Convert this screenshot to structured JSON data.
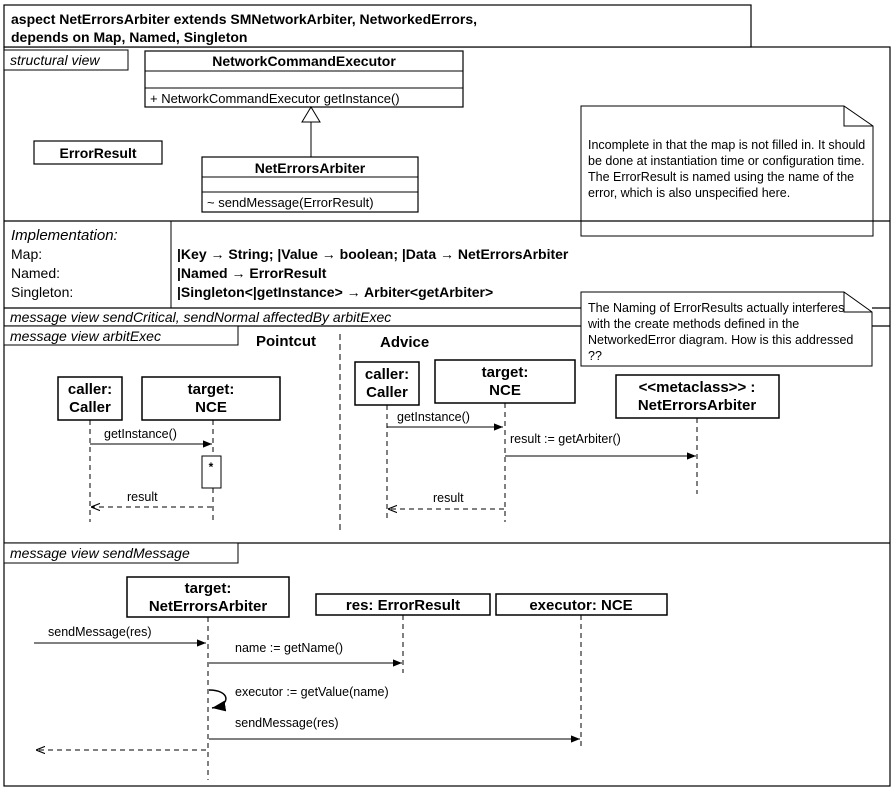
{
  "header": {
    "line1": "aspect NetErrorsArbiter extends SMNetworkArbiter, NetworkedErrors,",
    "line2": "depends on Map, Named, Singleton"
  },
  "structural": {
    "tab": "structural view",
    "nce_class": {
      "name": "NetworkCommandExecutor",
      "op": "+ NetworkCommandExecutor getInstance()"
    },
    "arbiter_class": {
      "name": "NetErrorsArbiter",
      "op": "~ sendMessage(ErrorResult)"
    },
    "error_result": "ErrorResult",
    "note": "Incomplete in that the map is not filled in. It should be done at instantiation time or configuration time. The ErrorResult is named using the name of the error, which is also unspecified here."
  },
  "implementation": {
    "title": "Implementation:",
    "rows": [
      {
        "label": "Map:",
        "value": "|Key → String; |Value → boolean; |Data → NetErrorsArbiter"
      },
      {
        "label": "Named:",
        "value": "|Named → ErrorResult"
      },
      {
        "label": "Singleton:",
        "value": "|Singleton<|getInstance> → Arbiter<getArbiter>"
      }
    ],
    "note": "The Naming of ErrorResults actually interferes with the create methods defined in the NetworkedError diagram. How is this addressed ??"
  },
  "message_view_send_critical": "message view sendCritical, sendNormal affectedBy arbitExec",
  "arbit_exec": {
    "tab": "message view arbitExec",
    "pointcut_label": "Pointcut",
    "advice_label": "Advice",
    "pointcut": {
      "caller": [
        "caller:",
        "Caller"
      ],
      "target": [
        "target:",
        "NCE"
      ],
      "call": "getInstance()",
      "star": "*",
      "result": "result"
    },
    "advice": {
      "caller": [
        "caller:",
        "Caller"
      ],
      "target": [
        "target:",
        "NCE"
      ],
      "metaclass": [
        "<<metaclass>> :",
        "NetErrorsArbiter"
      ],
      "call": "getInstance()",
      "call2": "result := getArbiter()",
      "result": "result"
    }
  },
  "send_message_view": {
    "tab": "message view sendMessage",
    "target": [
      "target:",
      "NetErrorsArbiter"
    ],
    "res": "res: ErrorResult",
    "executor": "executor: NCE",
    "msg_in": "sendMessage(res)",
    "msg_name": "name := getName()",
    "msg_exec": "executor := getValue(name)",
    "msg_send": "sendMessage(res)"
  }
}
